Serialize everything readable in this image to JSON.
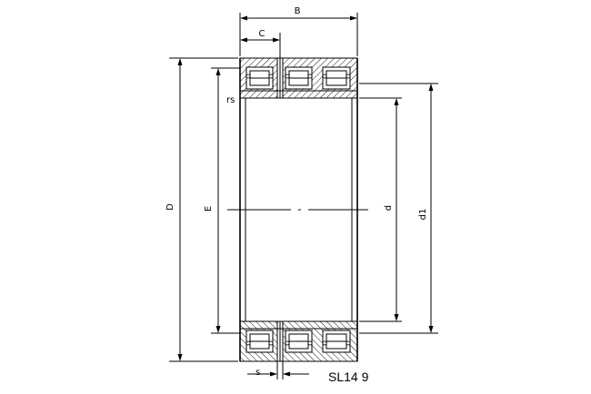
{
  "drawing": {
    "dimension_labels": {
      "B": "B",
      "C": "C",
      "D": "D",
      "E": "E",
      "d": "d",
      "d1": "d1",
      "rs": "rs",
      "s": "s"
    },
    "model": "SL14 9"
  }
}
